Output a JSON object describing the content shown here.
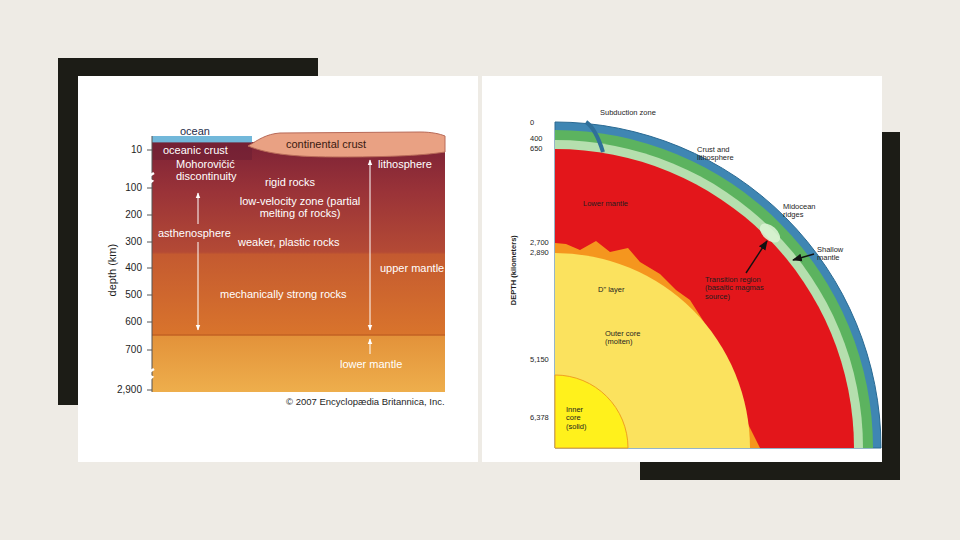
{
  "diagram": {
    "labels": [
      "ocean",
      "oceanic crust",
      "continental crust",
      "Mohorovičić discontinuity",
      "lithosphere",
      "rigid rocks",
      "low-velocity zone (partial melting of rocks)",
      "asthenosphere",
      "weaker, plastic rocks",
      "upper mantle",
      "mechanically strong rocks",
      "lower mantle",
      "© 2007 Encyclopædia Britannica, Inc.",
      "depth (km)",
      "10",
      "100",
      "200",
      "300",
      "400",
      "500",
      "600",
      "700",
      "2,900",
      "DEPTH (kilometers)",
      "0",
      "400",
      "650",
      "2,700",
      "2,890",
      "5,150",
      "6,378",
      "Subduction zone",
      "Crust and lithosphere",
      "Lower mantle",
      "Midocean ridges",
      "Shallow mantle",
      "Transition region (basaltic magmas source)",
      "D\" layer",
      "Outer core (molten)",
      "Inner core (solid)"
    ]
  }
}
